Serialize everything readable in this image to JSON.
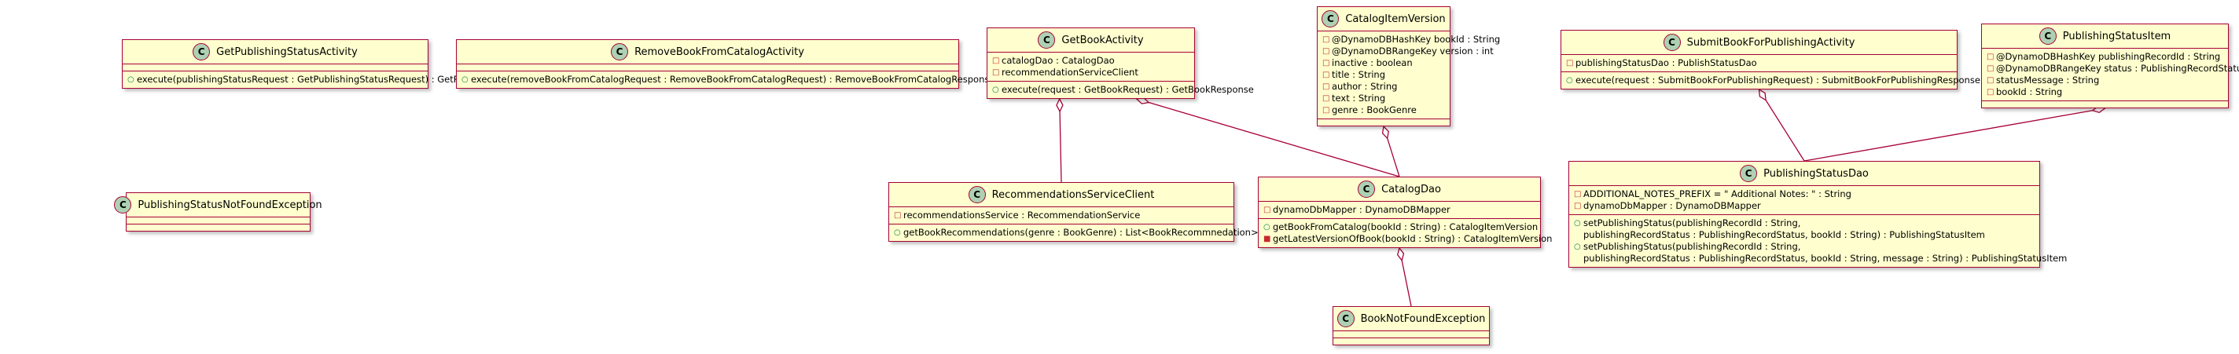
{
  "classes": {
    "get_status": {
      "name": "GetPublishingStatusActivity",
      "fields": [],
      "methods": [
        "execute(publishingStatusRequest : GetPublishingStatusRequest) : GetPublishingStatusResponse"
      ]
    },
    "remove_book": {
      "name": "RemoveBookFromCatalogActivity",
      "fields": [],
      "methods": [
        "execute(removeBookFromCatalogRequest : RemoveBookFromCatalogRequest) : RemoveBookFromCatalogResponse"
      ]
    },
    "not_found_status": {
      "name": "PublishingStatusNotFoundException",
      "fields": [],
      "methods": []
    },
    "get_book": {
      "name": "GetBookActivity",
      "fields": [
        "catalogDao : CatalogDao",
        "recommendationServiceClient"
      ],
      "methods": [
        "execute(request : GetBookRequest) : GetBookResponse"
      ]
    },
    "catalog_item": {
      "name": "CatalogItemVersion",
      "fields": [
        "@DynamoDBHashKey bookId : String",
        "@DynamoDBRangeKey version : int",
        "inactive : boolean",
        "title : String",
        "author : String",
        "text : String",
        "genre : BookGenre"
      ],
      "methods": []
    },
    "submit_book": {
      "name": "SubmitBookForPublishingActivity",
      "fields": [
        "publishingStatusDao : PublishStatusDao"
      ],
      "methods": [
        "execute(request : SubmitBookForPublishingRequest) : SubmitBookForPublishingResponse"
      ]
    },
    "status_item": {
      "name": "PublishingStatusItem",
      "fields": [
        "@DynamoDBHashKey publishingRecordId : String",
        "@DynamoDBRangeKey status : PublishingRecordStatus",
        "statusMessage : String",
        "bookId : String"
      ],
      "methods": []
    },
    "recommendations": {
      "name": "RecommendationsServiceClient",
      "fields": [
        "recommendationsService : RecommendationService"
      ],
      "methods": [
        "getBookRecommendations(genre : BookGenre) : List<BookRecommnedation>"
      ]
    },
    "catalog_dao": {
      "name": "CatalogDao",
      "fields": [
        "dynamoDbMapper : DynamoDBMapper"
      ],
      "methods": [
        "getBookFromCatalog(bookId : String) : CatalogItemVersion",
        "getLatestVersionOfBook(bookId : String) : CatalogItemVersion"
      ]
    },
    "status_dao": {
      "name": "PublishingStatusDao",
      "fields": [
        "ADDITIONAL_NOTES_PREFIX = \" Additional Notes: \" : String",
        "dynamoDbMapper : DynamoDBMapper"
      ],
      "methods": [
        [
          "setPublishingStatus(publishingRecordId : String,",
          "publishingRecordStatus : PublishingRecordStatus, bookId : String) : PublishingStatusItem"
        ],
        [
          "setPublishingStatus(publishingRecordId : String,",
          "publishingRecordStatus : PublishingRecordStatus, bookId : String, message : String) : PublishingStatusItem"
        ]
      ]
    },
    "book_not_found": {
      "name": "BookNotFoundException",
      "fields": [],
      "methods": []
    }
  },
  "badge_letter": "C",
  "colors": {
    "class_fill": "#fefece",
    "class_border": "#a80036",
    "badge_fill": "#add1b2",
    "edge": "#a80036"
  }
}
